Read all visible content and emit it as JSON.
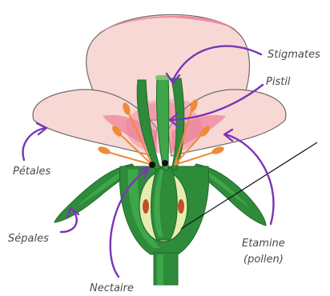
{
  "labels": {
    "stigmates": "Stigmates",
    "pistil": "Pistil",
    "petales": "Pétales",
    "sepales": "Sépales",
    "etamine_line1": "Etamine",
    "etamine_line2": "(pollen)",
    "nectaire": "Nectaire"
  },
  "colors": {
    "petal_light": "#f8d8d4",
    "petal_pink": "#ee7f96",
    "petal_outline": "#6b6b6b",
    "green_dark": "#2e8b3a",
    "green_mid": "#3fa64a",
    "green_light": "#7cc46f",
    "ovary_cream": "#e4ecb0",
    "stamen_orange": "#f08a35",
    "arrow_purple": "#7b35b5"
  }
}
